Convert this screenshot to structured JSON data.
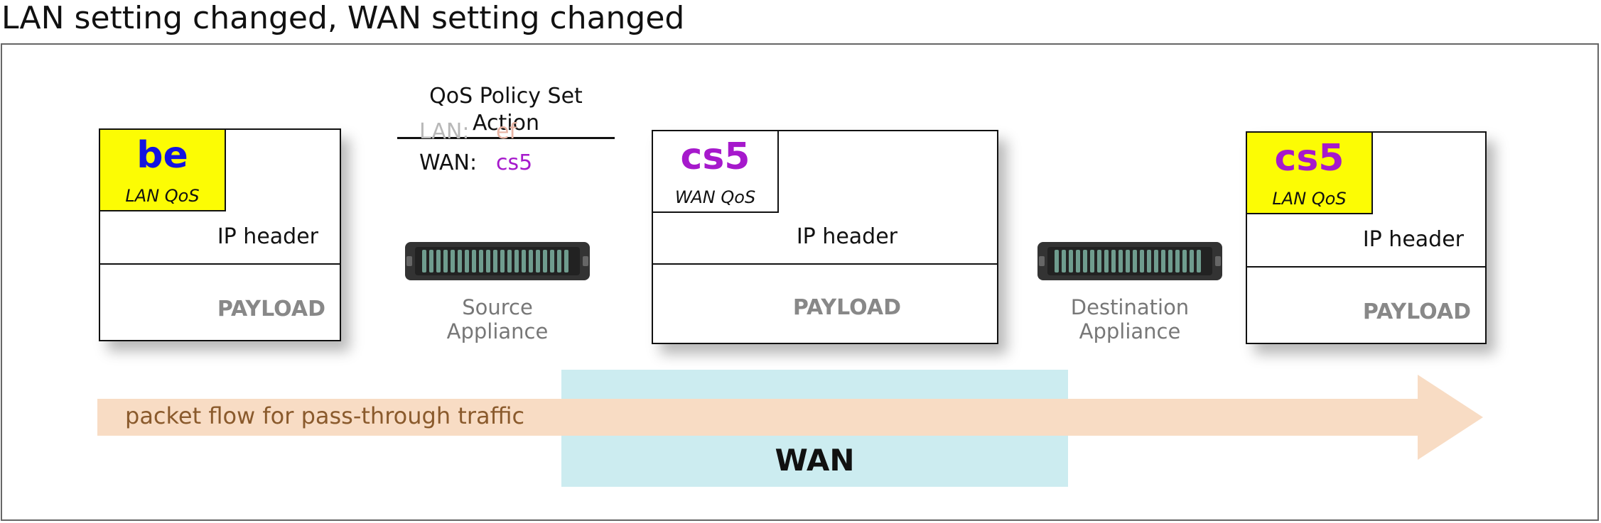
{
  "page": {
    "title": "LAN setting changed, WAN setting changed"
  },
  "policy": {
    "heading": "QoS Policy Set Action",
    "lan_label": "LAN:",
    "lan_value": "ef",
    "wan_label": "WAN:",
    "wan_value": "cs5"
  },
  "packets": [
    {
      "qos_code": "be",
      "qos_type": "LAN QoS",
      "ip_header": "IP header",
      "payload": "PAYLOAD"
    },
    {
      "qos_code": "cs5",
      "qos_type": "WAN QoS",
      "ip_header": "IP header",
      "payload": "PAYLOAD"
    },
    {
      "qos_code": "cs5",
      "qos_type": "LAN QoS",
      "ip_header": "IP header",
      "payload": "PAYLOAD"
    }
  ],
  "appliances": {
    "source_line1": "Source",
    "source_line2": "Appliance",
    "destination_line1": "Destination",
    "destination_line2": "Appliance"
  },
  "wan": {
    "label": "WAN"
  },
  "flow": {
    "label": "packet flow for pass-through traffic"
  },
  "colors": {
    "be_code": "#1414e0",
    "cs5_code": "#a619cc",
    "lan_qos_box": "#fcfc04",
    "wan_band": "#ccecf0",
    "flow_arrow": "#f8dcc4",
    "flow_text": "#8a5a2c",
    "policy_lan": "#b8b8b8",
    "policy_ef": "#e8b4a4",
    "payload_text": "#888888"
  },
  "icons": {
    "appliance": "network-appliance-icon"
  }
}
